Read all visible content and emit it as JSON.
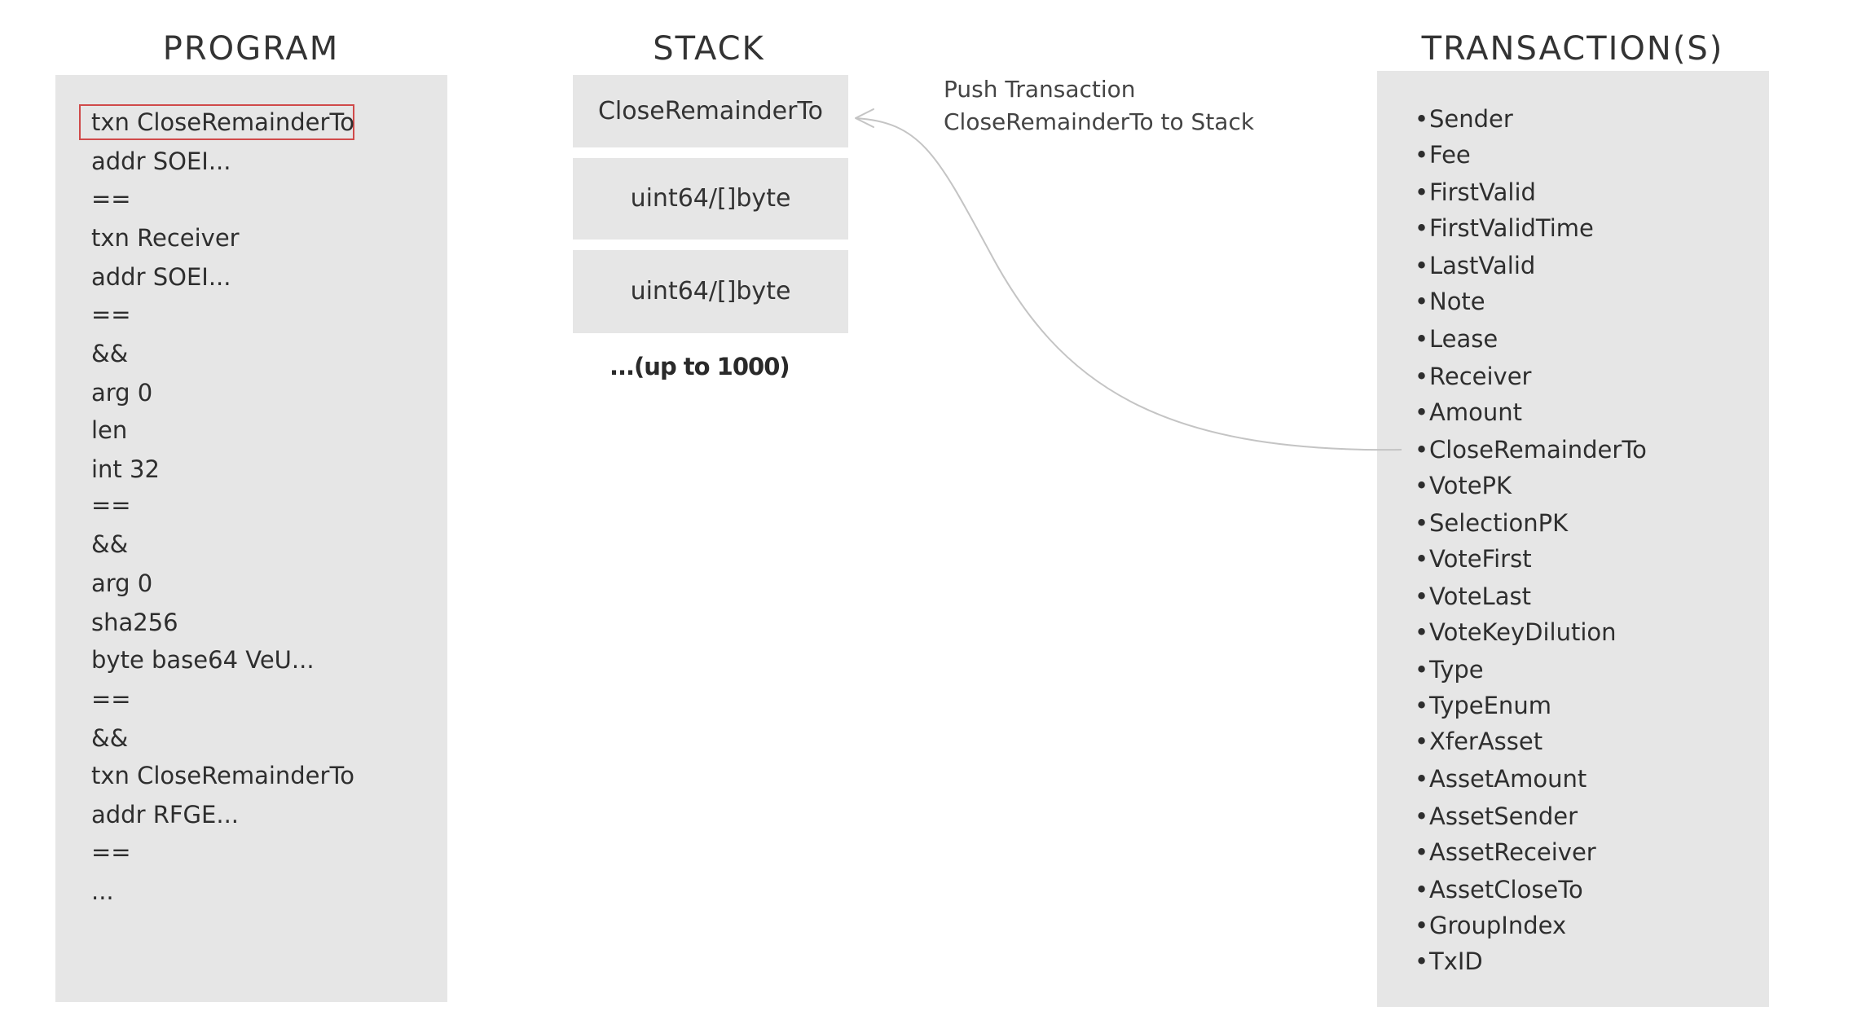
{
  "headings": {
    "program": "PROGRAM",
    "stack": "STACK",
    "transactions": "TRANSACTION(S)"
  },
  "program": {
    "lines": [
      "txn CloseRemainderTo",
      "addr SOEI...",
      "==",
      "txn Receiver",
      "addr SOEI...",
      "==",
      "&&",
      "arg 0",
      "len",
      "int 32",
      "==",
      "&&",
      "arg 0",
      "sha256",
      "byte base64 VeU...",
      "==",
      "&&",
      "txn CloseRemainderTo",
      "addr RFGE...",
      "==",
      "..."
    ],
    "highlighted_line": "txn CloseRemainderTo"
  },
  "stack": {
    "cells": [
      "CloseRemainderTo",
      "uint64/[]byte",
      "uint64/[]byte"
    ],
    "capacity_note": "...(up to 1000)"
  },
  "annotation": {
    "line1": "Push Transaction",
    "line2": "CloseRemainderTo to Stack"
  },
  "transaction_fields": {
    "bullet": "•",
    "items": [
      "Sender",
      "Fee",
      "FirstValid",
      "FirstValidTime",
      "LastValid",
      "Note",
      "Lease",
      "Receiver",
      "Amount",
      "CloseRemainderTo",
      "VotePK",
      "SelectionPK",
      "VoteFirst",
      "VoteLast",
      "VoteKeyDilution",
      "Type",
      "TypeEnum",
      "XferAsset",
      "AssetAmount",
      "AssetSender",
      "AssetReceiver",
      "AssetCloseTo",
      "GroupIndex",
      "TxID"
    ]
  },
  "colors": {
    "panel_background": "#e6e6e6",
    "highlight_border": "#d04a4a",
    "arrow": "#c4c4c4"
  }
}
